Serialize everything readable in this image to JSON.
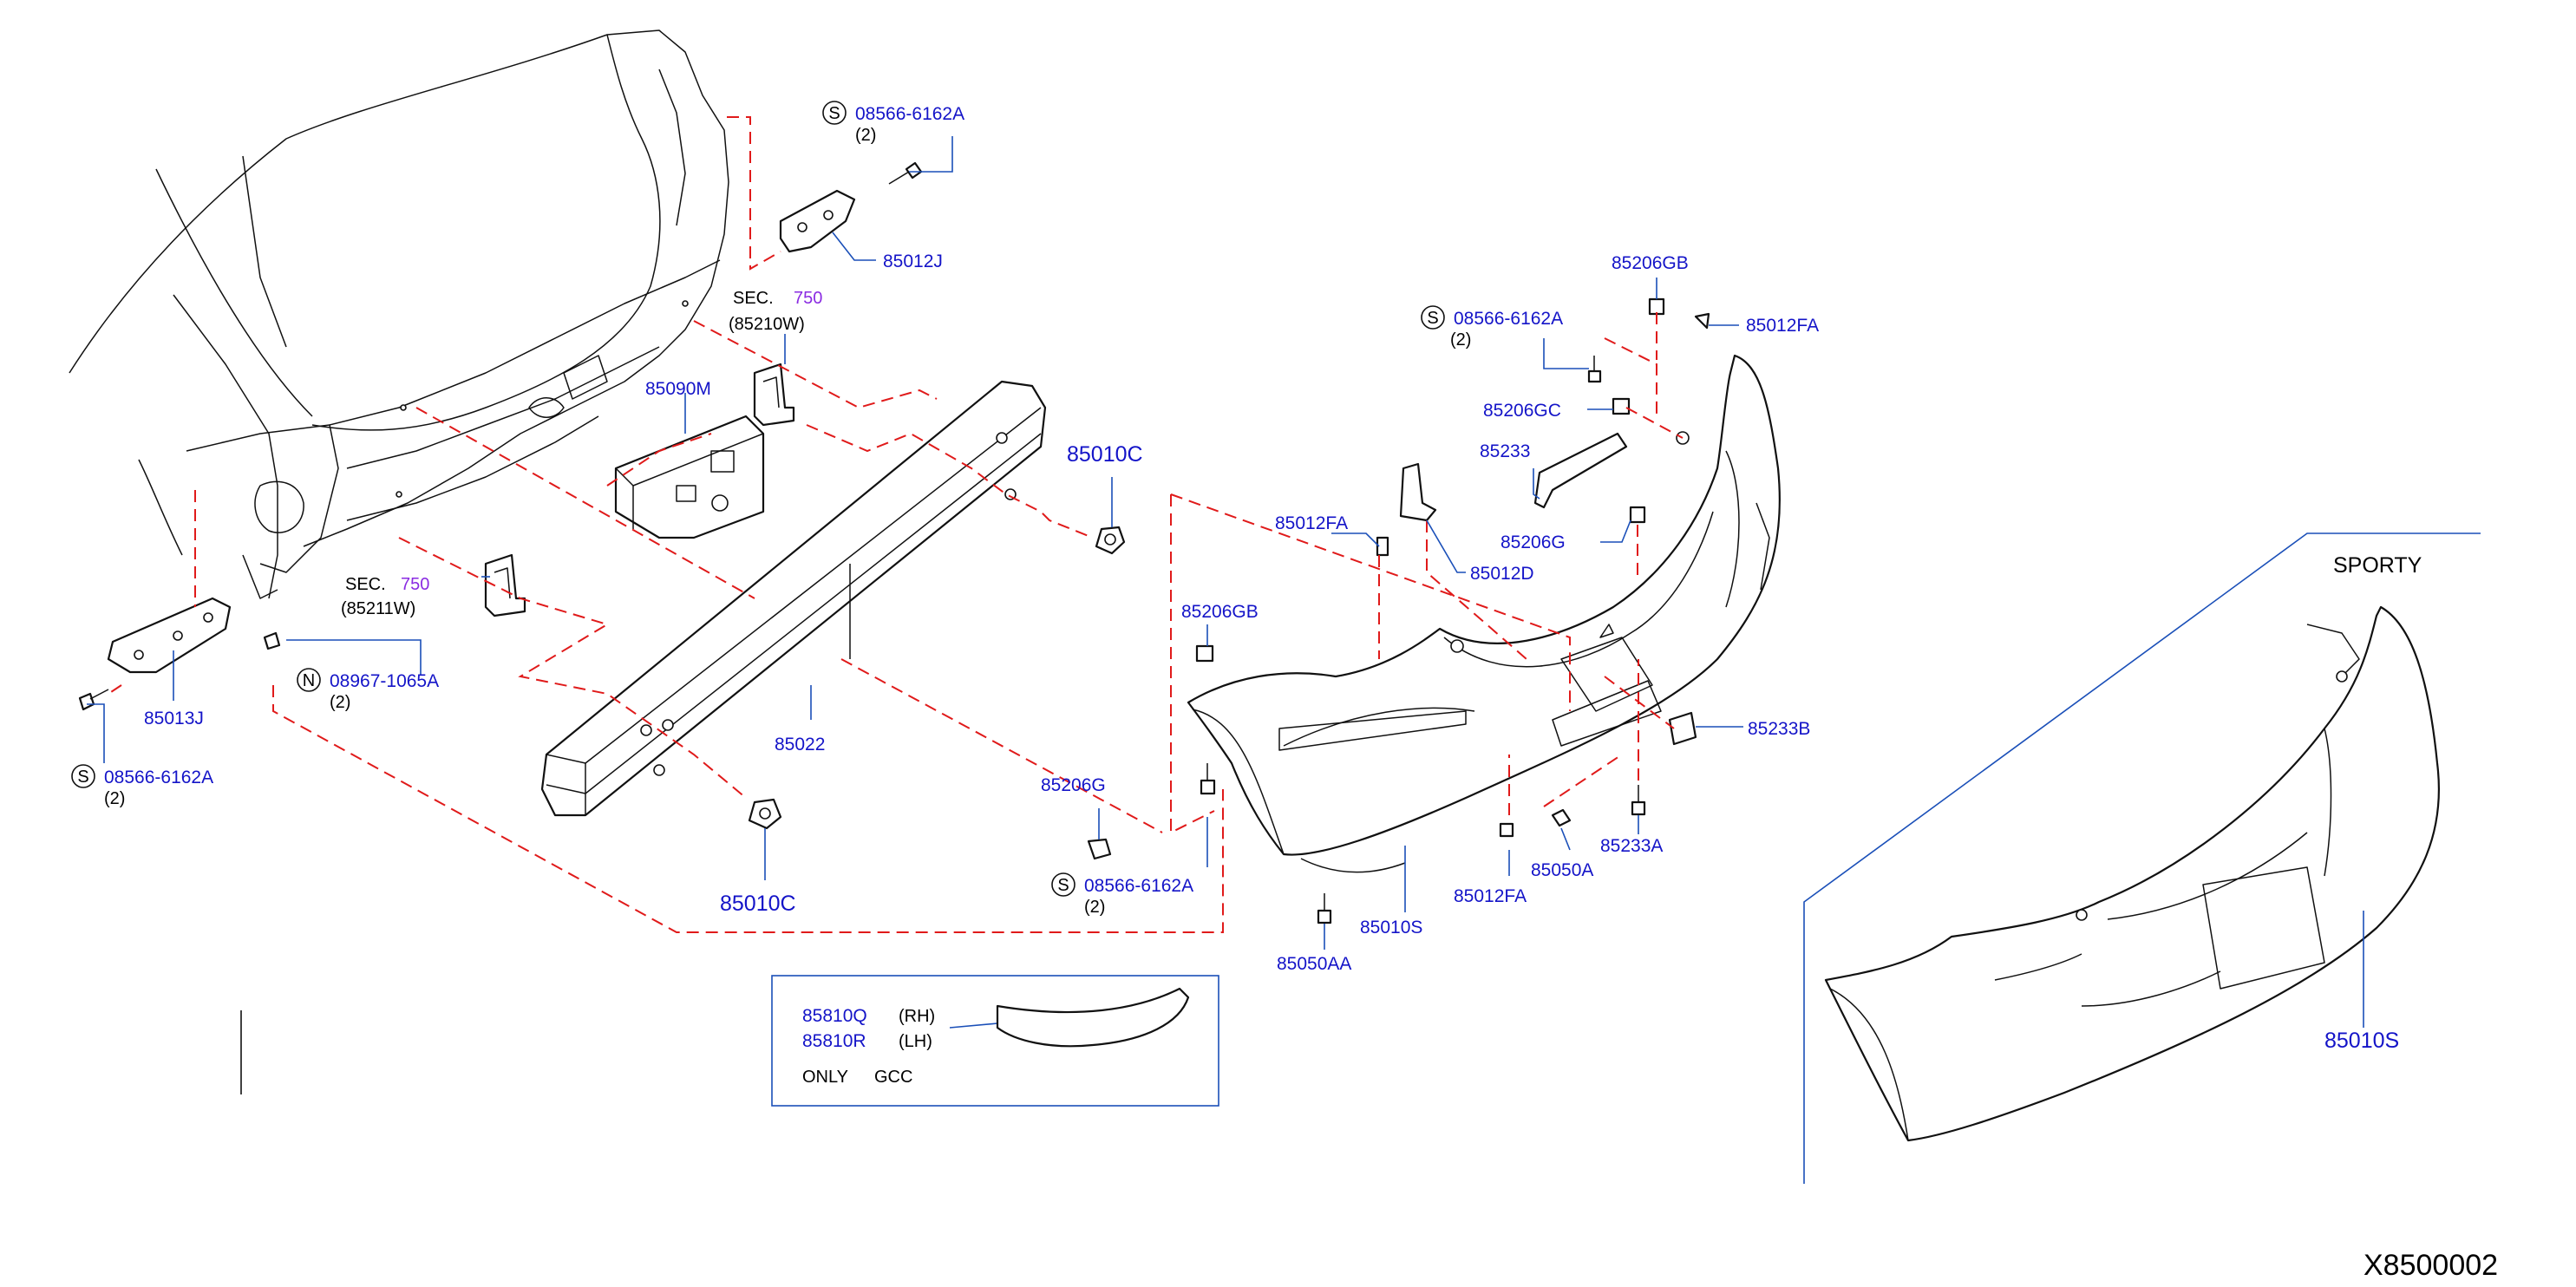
{
  "callouts": {
    "c_85012j_bolt": {
      "symbol": "S",
      "part": "08566-6162A",
      "qty": "(2)"
    },
    "c_85012j": {
      "part": "85012J"
    },
    "c_sec750a": {
      "sec": "SEC.",
      "num": "750",
      "ref": "(85210W)"
    },
    "c_85090m": {
      "part": "85090M"
    },
    "c_sec750b": {
      "sec": "SEC.",
      "num": "750",
      "ref": "(85211W)"
    },
    "c_08967": {
      "symbol": "N",
      "part": "08967-1065A",
      "qty": "(2)"
    },
    "c_85013j": {
      "part": "85013J"
    },
    "c_85013j_bolt": {
      "symbol": "S",
      "part": "08566-6162A",
      "qty": "(2)"
    },
    "c_85022": {
      "part": "85022"
    },
    "c_85010c_top": {
      "part": "85010C"
    },
    "c_85010c_bot": {
      "part": "85010C"
    },
    "c_85206g_a": {
      "part": "85206G"
    },
    "c_bolt_mid": {
      "symbol": "S",
      "part": "08566-6162A",
      "qty": "(2)"
    },
    "c_85206gb_a": {
      "part": "85206GB"
    },
    "c_85012fa_a": {
      "part": "85012FA"
    },
    "c_85012d": {
      "part": "85012D"
    },
    "c_85206gb_b": {
      "part": "85206GB"
    },
    "c_bolt_right": {
      "symbol": "S",
      "part": "08566-6162A",
      "qty": "(2)"
    },
    "c_85012fa_b": {
      "part": "85012FA"
    },
    "c_85206gc": {
      "part": "85206GC"
    },
    "c_85233": {
      "part": "85233"
    },
    "c_85206g_b": {
      "part": "85206G"
    },
    "c_85233b": {
      "part": "85233B"
    },
    "c_85012fa_c": {
      "part": "85012FA"
    },
    "c_85050a": {
      "part": "85050A"
    },
    "c_85233a": {
      "part": "85233A"
    },
    "c_85010s": {
      "part": "85010S"
    },
    "c_85050aa": {
      "part": "85050AA"
    },
    "c_sporty_85010s": {
      "part": "85010S"
    }
  },
  "gcc_box": {
    "rh_part": "85810Q",
    "rh_side": "(RH)",
    "lh_part": "85810R",
    "lh_side": "(LH)",
    "note_1": "ONLY",
    "note_2": "GCC"
  },
  "sporty_label": "SPORTY",
  "diagram_code": "X8500002"
}
